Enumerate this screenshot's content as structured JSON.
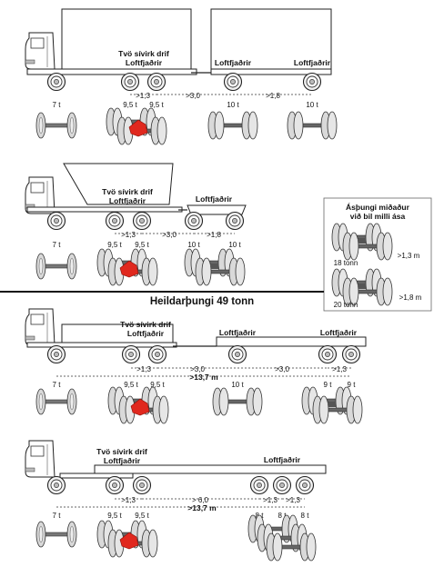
{
  "heading": "Heildarþungi 49 tonn",
  "inset": {
    "title_line1": "Ásþungi miðaður",
    "title_line2": "við bil milli ása",
    "row1": {
      "weight": "18 tonn",
      "gap": ">1,3 m"
    },
    "row2": {
      "weight": "20 tonn",
      "gap": ">1,8 m"
    }
  },
  "rig1": {
    "drive_label_1": "Tvö sívirk drif",
    "drive_label_2": "Loftfjaðrir",
    "trailer_front_label": "Loftfjaðrir",
    "trailer_rear_label": "Loftfjaðrir",
    "axle_loads": [
      "7 t",
      "9,5 t",
      "9,5 t",
      "10 t",
      "10 t"
    ],
    "spacings": [
      ">1,3",
      ">3,0",
      ">1,8"
    ]
  },
  "rig2": {
    "drive_label_1": "Tvö sívirk drif",
    "drive_label_2": "Loftfjaðrir",
    "trailer_label": "Loftfjaðrir",
    "axle_loads": [
      "7 t",
      "9,5 t",
      "9,5 t",
      "10 t",
      "10 t"
    ],
    "spacings": [
      ">1,3",
      ">3,0",
      ">1,8"
    ]
  },
  "rig3": {
    "drive_label_1": "Tvö sívirk drif",
    "drive_label_2": "Loftfjaðrir",
    "trailer_front_label": "Loftfjaðrir",
    "trailer_rear_label": "Loftfjaðrir",
    "axle_loads": [
      "7 t",
      "9,5 t",
      "9,5 t",
      "10 t",
      "9 t",
      "9 t"
    ],
    "spacings": [
      ">1,3",
      ">3,0",
      ">3,0",
      ">1,3"
    ],
    "total_length": ">13,7 m"
  },
  "rig4": {
    "drive_label_1": "Tvö sívirk drif",
    "drive_label_2": "Loftfjaðrir",
    "trailer_label": "Loftfjaðrir",
    "axle_loads": [
      "7 t",
      "9,5 t",
      "9,5 t",
      "8 t",
      "8 t",
      "8 t"
    ],
    "spacings": [
      ">1,3",
      "> 6,0",
      ">1,3",
      ">1,3"
    ],
    "total_length": ">13,7 m"
  },
  "colors": {
    "drive_accent": "#e0281e",
    "line": "#222222",
    "tyre_fill": "#d9d9d9"
  }
}
